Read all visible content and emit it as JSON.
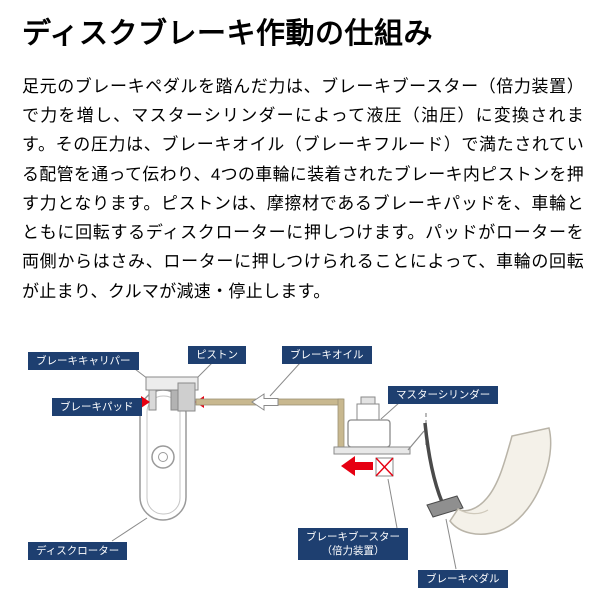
{
  "article": {
    "title": "ディスクブレーキ作動の仕組み",
    "body": "足元のブレーキペダルを踏んだ力は、ブレーキブースター（倍力装置）で力を増し、マスターシリンダーによって液圧（油圧）に変換されます。その圧力は、ブレーキオイル（ブレーキフルード）で満たされている配管を通って伝わり、4つの車輪に装着されたブレーキ内ピストンを押す力となります。ピストンは、摩擦材であるブレーキパッドを、車輪とともに回転するディスクローターに押しつけます。パッドがローターを両側からはさみ、ローターに押しつけられることによって、車輪の回転が止まり、クルマが減速・停止します。"
  },
  "diagram": {
    "labels": {
      "brake_caliper": "ブレーキキャリパー",
      "piston": "ピストン",
      "brake_oil": "ブレーキオイル",
      "brake_pad": "ブレーキパッド",
      "master_cylinder": "マスターシリンダー",
      "disc_rotor": "ディスクローター",
      "brake_booster": "ブレーキブースター",
      "brake_booster_sub": "（倍力装置）",
      "brake_pedal": "ブレーキペダル"
    },
    "colors": {
      "label_background": "#1e3f70",
      "label_text": "#ffffff",
      "pipe": "#c8b88f",
      "force_arrow_red": "#e60012",
      "outline_gray": "#8a8a8a"
    }
  }
}
